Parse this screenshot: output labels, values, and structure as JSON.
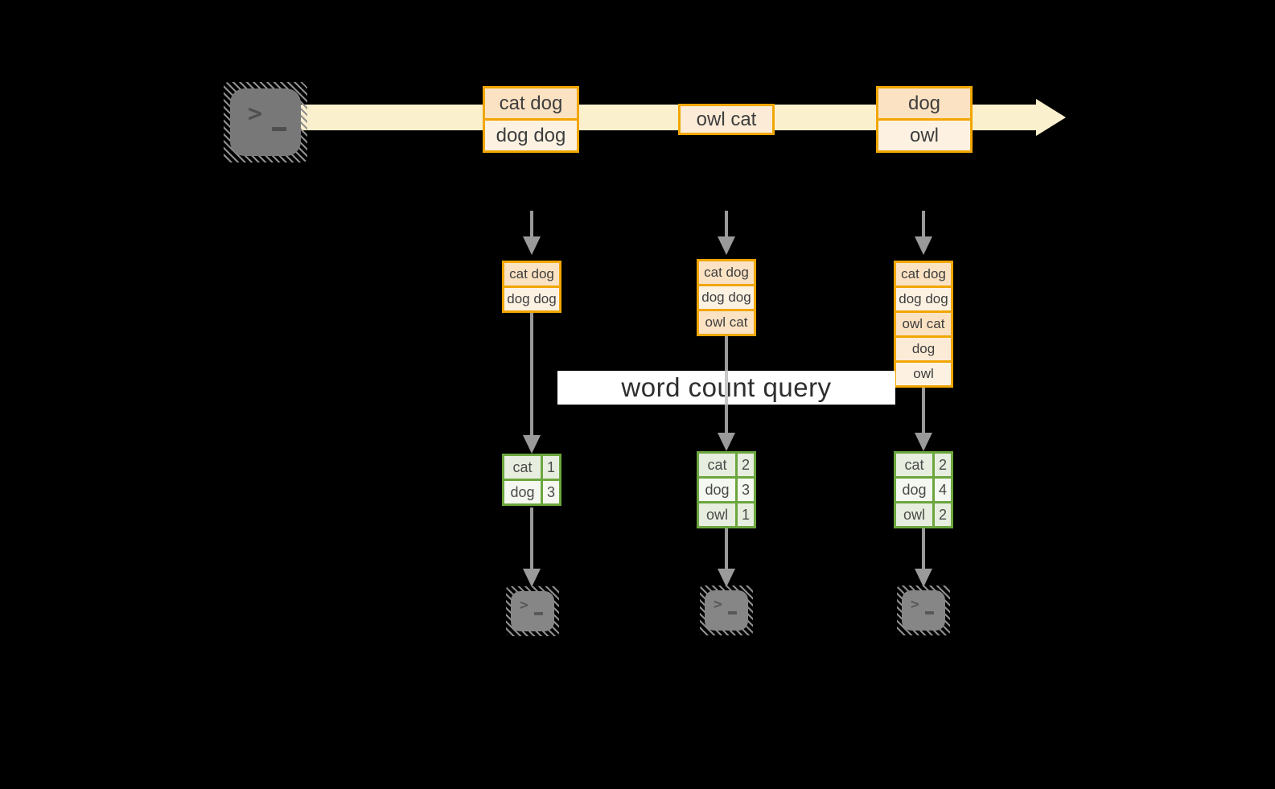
{
  "query_label": "word count query",
  "stream": {
    "source_icon": "terminal-icon",
    "events": [
      {
        "records": [
          "cat dog",
          "dog dog"
        ]
      },
      {
        "records": [
          "owl cat"
        ]
      },
      {
        "records": [
          "dog",
          "owl"
        ]
      }
    ]
  },
  "columns": [
    {
      "buffer": [
        "cat dog",
        "dog dog"
      ],
      "counts": [
        {
          "word": "cat",
          "count": "1"
        },
        {
          "word": "dog",
          "count": "3"
        }
      ],
      "sink_icon": "terminal-icon"
    },
    {
      "buffer": [
        "cat dog",
        "dog dog",
        "owl cat"
      ],
      "counts": [
        {
          "word": "cat",
          "count": "2"
        },
        {
          "word": "dog",
          "count": "3"
        },
        {
          "word": "owl",
          "count": "1"
        }
      ],
      "sink_icon": "terminal-icon"
    },
    {
      "buffer": [
        "cat dog",
        "dog dog",
        "owl cat",
        "dog",
        "owl"
      ],
      "counts": [
        {
          "word": "cat",
          "count": "2"
        },
        {
          "word": "dog",
          "count": "4"
        },
        {
          "word": "owl",
          "count": "2"
        }
      ],
      "sink_icon": "terminal-icon"
    }
  ],
  "colors": {
    "amber_border": "#f1a602",
    "peach_fill": "#fbe2c3",
    "peach_light_fill": "#fcebd6",
    "cream_fill": "#fdf2e2",
    "stream_band": "#fbf0cd",
    "green_border": "#6ca63e",
    "green_row": "#e7eedf",
    "green_row_alt": "#f4f8f0",
    "arrow_gray": "#9a9a9a",
    "terminal_gray": "#7c7c7c",
    "text": "#3e3e3e",
    "background": "#000000"
  }
}
